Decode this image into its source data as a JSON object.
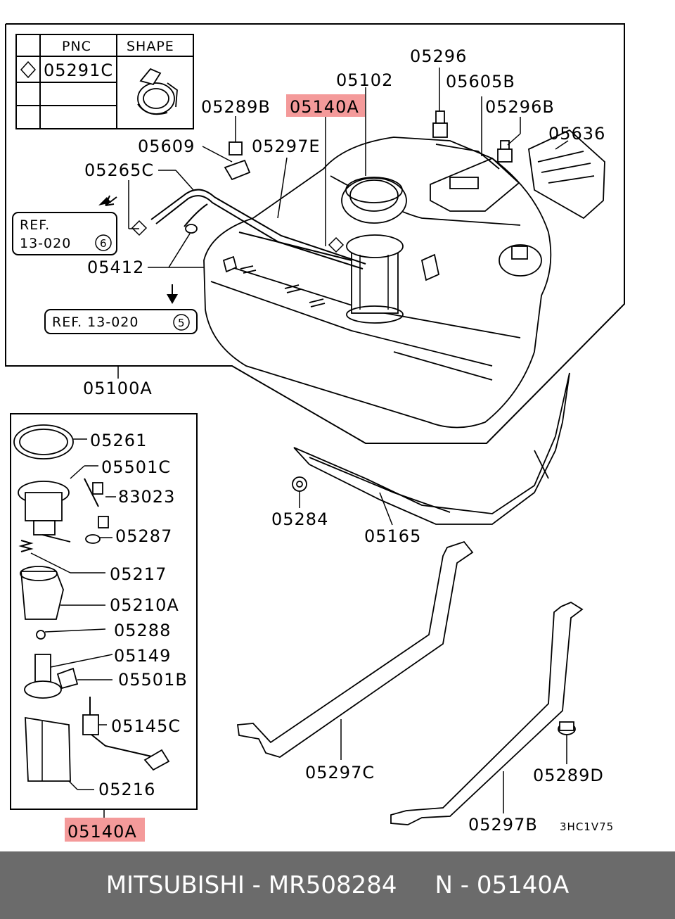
{
  "legend": {
    "header_pnc": "PNC",
    "header_shape": "SHAPE",
    "row_symbol": "◇",
    "row_pnc": "05291C"
  },
  "refs": {
    "ref6_line1": "REF.",
    "ref6_line2": "13-020",
    "ref6_num": "6",
    "ref5_text": "REF. 13-020",
    "ref5_num": "5"
  },
  "parts": {
    "p05296": "05296",
    "p05102": "05102",
    "p05605B": "05605B",
    "p05289B": "05289B",
    "p05140A_top": "05140A",
    "p05296B": "05296B",
    "p05636": "05636",
    "p05609": "05609",
    "p05297E": "05297E",
    "p05265C": "05265C",
    "p05412": "05412",
    "p05100A": "05100A",
    "p05261": "05261",
    "p05501C": "05501C",
    "p83023": "83023",
    "p05287": "05287",
    "p05217": "05217",
    "p05210A": "05210A",
    "p05288": "05288",
    "p05149": "05149",
    "p05501B": "05501B",
    "p05145C": "05145C",
    "p05216": "05216",
    "p05140A_bottom": "05140A",
    "p05284": "05284",
    "p05165": "05165",
    "p05297C": "05297C",
    "p05289D": "05289D",
    "p05297B": "05297B"
  },
  "diagram_code": "3HC1V75",
  "footer": {
    "text": "MITSUBISHI - MR508284     N - 05140A"
  },
  "colors": {
    "highlight": "#f49a9a",
    "footer_bg": "#6b6b6b"
  }
}
